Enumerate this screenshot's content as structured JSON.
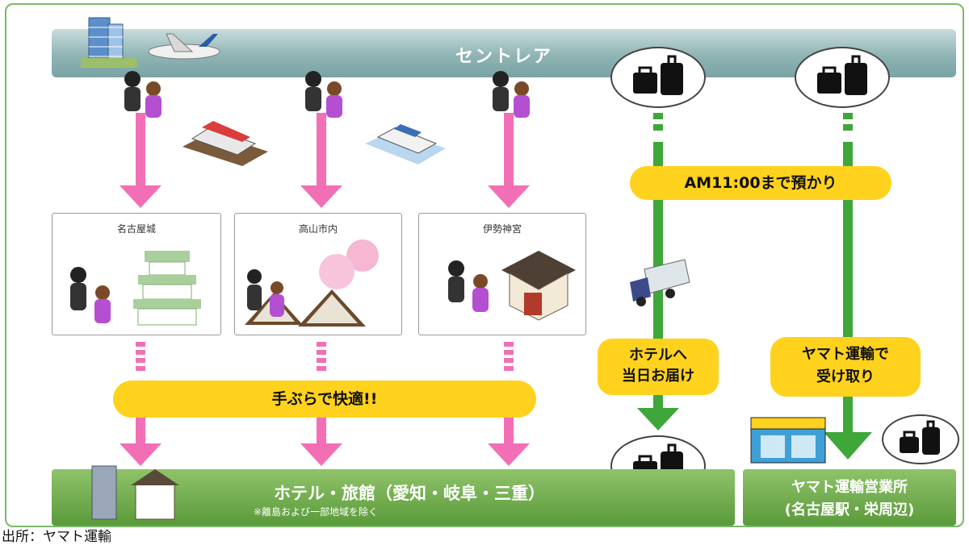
{
  "top_bar": {
    "label": "セントレア"
  },
  "destinations": [
    {
      "name": "名古屋城"
    },
    {
      "name": "高山市内"
    },
    {
      "name": "伊勢神宮"
    }
  ],
  "pills": {
    "deposit": "AM11:00まで預かり",
    "hands_free": "手ぶらで快適!!",
    "hotel_delivery_line1": "ホテルへ",
    "hotel_delivery_line2": "当日お届け",
    "yamato_pickup_line1": "ヤマト運輸で",
    "yamato_pickup_line2": "受け取り"
  },
  "bottom": {
    "hotel_title": "ホテル・旅館（愛知・岐阜・三重）",
    "hotel_note": "※離島および一部地域を除く",
    "yamato_line1": "ヤマト運輸営業所",
    "yamato_line2": "(名古屋駅・栄周辺)"
  },
  "source": "出所：ヤマト運輸",
  "colors": {
    "pink_arrow": "#f26fb6",
    "green_arrow": "#3fa63a",
    "pill": "#ffd21e",
    "bar_teal": "#8fb4b4",
    "bar_green": "#6aa84f"
  }
}
